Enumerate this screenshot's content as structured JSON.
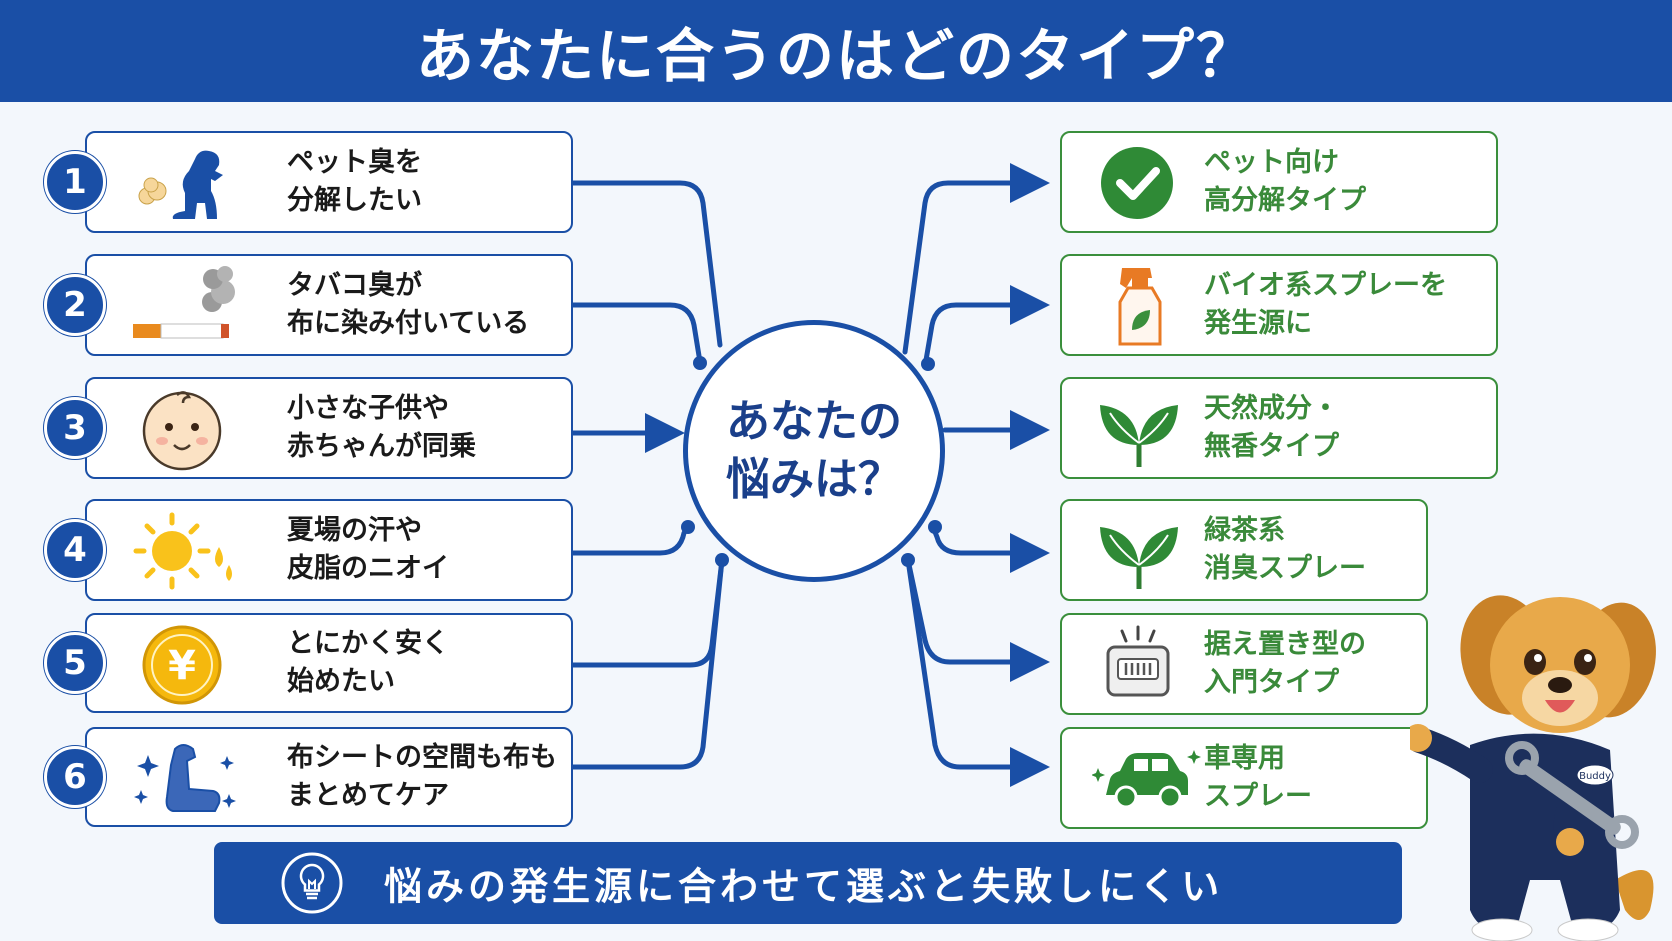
{
  "title": "あなたに合うのはどのタイプ？",
  "center": "あなたの\n悩みは？",
  "concerns": [
    {
      "num": "1",
      "line1": "ペット臭を",
      "line2": "分解したい",
      "icon": "dog-icon"
    },
    {
      "num": "2",
      "line1": "タバコ臭が",
      "line2": "布に染み付いている",
      "icon": "cigarette-icon"
    },
    {
      "num": "3",
      "line1": "小さな子供や",
      "line2": "赤ちゃんが同乗",
      "icon": "baby-face-icon"
    },
    {
      "num": "4",
      "line1": "夏場の汗や",
      "line2": "皮脂のニオイ",
      "icon": "sun-sweat-icon"
    },
    {
      "num": "5",
      "line1": "とにかく安く",
      "line2": "始めたい",
      "icon": "yen-coin-icon"
    },
    {
      "num": "6",
      "line1": "布シートの空間も布も",
      "line2": "まとめてケア",
      "icon": "car-seat-icon"
    }
  ],
  "solutions": [
    {
      "line1": "ペット向け",
      "line2": "高分解タイプ",
      "icon": "check-circle-icon"
    },
    {
      "line1": "バイオ系スプレーを",
      "line2": "発生源に",
      "icon": "spray-bottle-icon"
    },
    {
      "line1": "天然成分・",
      "line2": "無香タイプ",
      "icon": "leaf-icon"
    },
    {
      "line1": "緑茶系",
      "line2": "消臭スプレー",
      "icon": "leaf-icon"
    },
    {
      "line1": "据え置き型の",
      "line2": "入門タイプ",
      "icon": "deodorizer-box-icon"
    },
    {
      "line1": "車専用",
      "line2": "スプレー",
      "icon": "car-icon"
    }
  ],
  "banner": "悩みの発生源に合わせて選ぶと失敗しにくい",
  "mascot_label": "Buddy",
  "colors": {
    "primary_blue": "#1a4fa6",
    "accent_green": "#3a8f3c",
    "background": "#f3f7fc"
  }
}
